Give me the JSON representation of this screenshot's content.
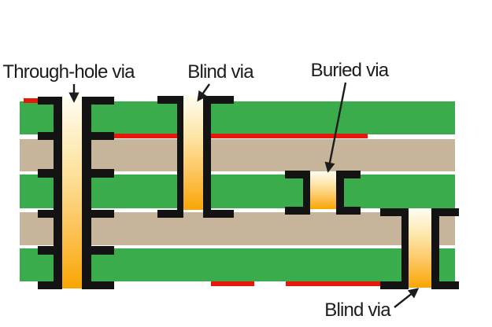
{
  "labels": {
    "through_hole": "Through-hole via",
    "blind_top": "Blind via",
    "buried": "Buried via",
    "blind_bottom": "Blind via"
  },
  "colors": {
    "background": "#ffffff",
    "substrate_green": "#3bac4b",
    "prepreg_tan": "#c6b49b",
    "copper_black": "#131313",
    "trace_red": "#e8170c",
    "via_fill_top": "#fffdf2",
    "via_fill_bottom": "#f9a602",
    "label_text": "#1c1c1c"
  }
}
